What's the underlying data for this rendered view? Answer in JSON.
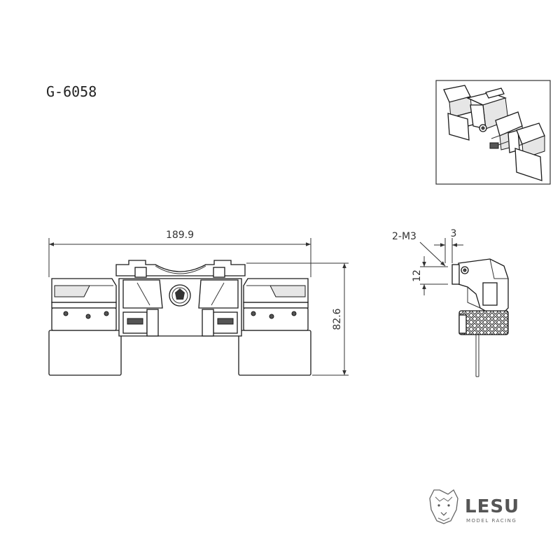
{
  "part_code": "G-6058",
  "dimensions": {
    "overall_width": "189.9",
    "overall_height": "82.6",
    "hole_spec": "2-M3",
    "hole_offset": "3",
    "hole_spacing": "12"
  },
  "brand": {
    "name": "LESU",
    "tagline": "MODEL RACING"
  }
}
